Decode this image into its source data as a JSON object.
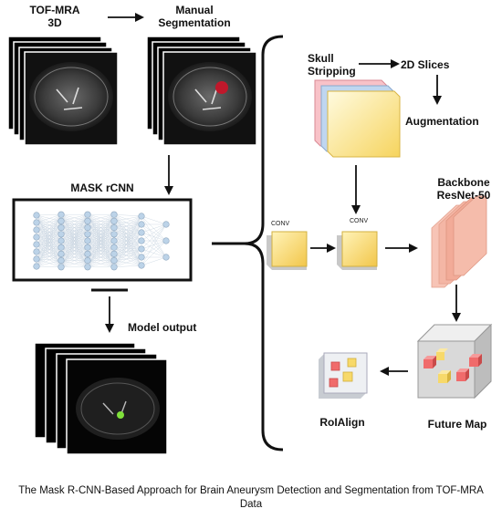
{
  "labels": {
    "tof_mra": "TOF-MRA\n3D",
    "manual_segmentation": "Manual\nSegmentation",
    "mask_rcnn": "MASK rCNN",
    "model_output": "Model output",
    "skull_stripping": "Skull\nStripping",
    "slices_2d": "2D Slices",
    "augmentation": "Augmentation",
    "conv1": "CONV",
    "conv2": "CONV",
    "backbone": "Backbone\nResNet-50",
    "feature_map": "Future Map",
    "roialign": "RoIAlign"
  },
  "caption": "The Mask R-CNN-Based Approach for Brain Aneurysm Detection and Segmentation from TOF-MRA Data",
  "colors": {
    "segmentation": "#c0182b",
    "output_mask": "#7fe03a",
    "conv_face": "#f7d96a",
    "backbone": "#f3b2a0",
    "cube_red": "#f06b6b",
    "cube_yellow": "#f7d96a",
    "node": "#bcd3e8"
  }
}
